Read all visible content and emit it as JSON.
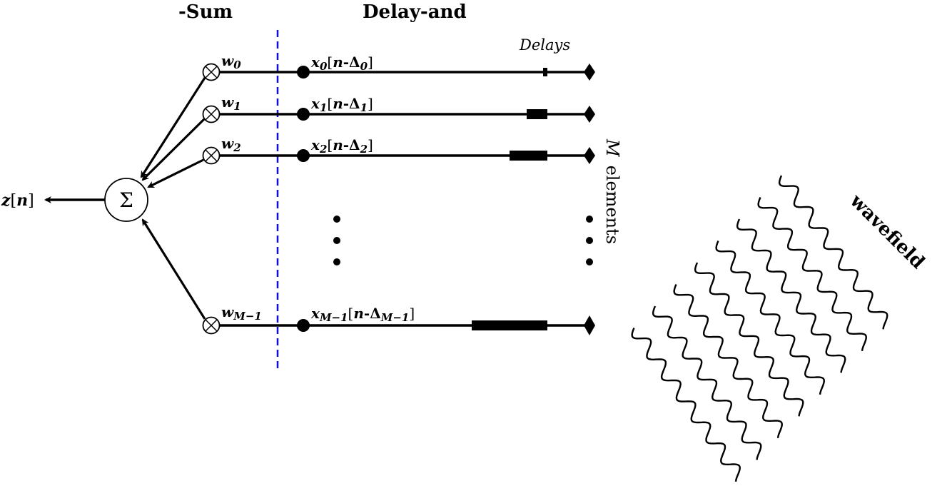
{
  "headers": {
    "sum_label": "-Sum",
    "delay_label": "Delay-and"
  },
  "delays_label": "Delays",
  "output": {
    "var": "z",
    "arg": "n"
  },
  "sum_symbol": "Σ",
  "elements_label": {
    "m": "M",
    "word": "elements"
  },
  "wavefield_label": "wavefield",
  "channels": [
    {
      "weight": "w",
      "weight_sub": "0",
      "signal": "x",
      "signal_sub": "0",
      "delay_sub": "0",
      "delay_length": 1
    },
    {
      "weight": "w",
      "weight_sub": "1",
      "signal": "x",
      "signal_sub": "1",
      "delay_sub": "1",
      "delay_length": 4
    },
    {
      "weight": "w",
      "weight_sub": "2",
      "signal": "x",
      "signal_sub": "2",
      "delay_sub": "2",
      "delay_length": 7
    },
    {
      "weight": "w",
      "weight_sub": "M−1",
      "signal": "x",
      "signal_sub": "M−1",
      "delay_sub": "M−1",
      "delay_length": 14
    }
  ],
  "signal_template": {
    "open": "[",
    "n": "n",
    "minus": "-",
    "delta": "Δ",
    "close": "]"
  },
  "colors": {
    "line": "#000000",
    "divider": "#1010cc"
  }
}
